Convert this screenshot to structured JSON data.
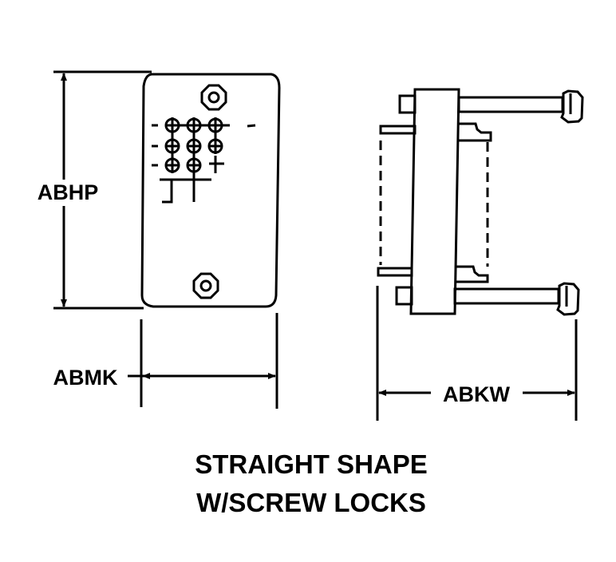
{
  "dimensions": {
    "height_label": "ABHP",
    "width_label": "ABMK",
    "depth_label": "ABKW"
  },
  "caption": {
    "line1": "STRAIGHT SHAPE",
    "line2": "W/SCREW LOCKS"
  },
  "colors": {
    "ink": "#000000",
    "background": "#ffffff"
  }
}
